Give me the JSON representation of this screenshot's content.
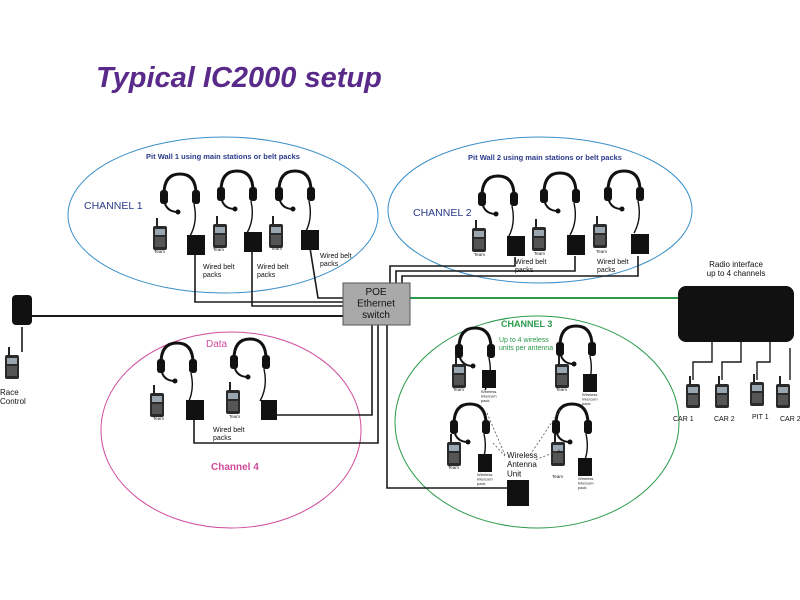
{
  "title": "Typical IC2000 setup",
  "colors": {
    "title": "#5a2a8a",
    "pit_wall": "#3a8fc8",
    "data_group": "#d04a9a",
    "channel3": "#2a9a4a",
    "wire": "#1a1a1a",
    "switch": "#a9a9a9",
    "channel_label": "#2a3a8a"
  },
  "pit_wall_1": {
    "heading": "Pit Wall 1 using main stations or belt packs",
    "channel": "CHANNEL 1",
    "team_labels": [
      "Team",
      "Team",
      "Team"
    ],
    "belt_labels": [
      "Wired belt\npacks",
      "Wired belt\npacks",
      "Wired belt\npacks"
    ]
  },
  "pit_wall_2": {
    "heading": "Pit Wall 2  using main stations or belt packs",
    "channel": "CHANNEL 2",
    "team_labels": [
      "Team",
      "Team",
      "Team"
    ],
    "belt_labels": [
      "Wired belt\npacks",
      "Wired belt\npacks"
    ]
  },
  "switch": {
    "label": "POE\nEthernet\nswitch"
  },
  "race_control": {
    "label": "Race\nControl"
  },
  "data_group": {
    "label": "Data",
    "channel": "Channel 4",
    "belt_label": "Wired belt\npacks",
    "team_labels": [
      "Team",
      "Team"
    ]
  },
  "channel_3": {
    "label": "CHANNEL 3",
    "note": "Up to 4 wireless\nunits per antenna",
    "antenna_label": "Wireless\nAntenna\nUnit",
    "pack_labels": [
      "Wireless\nIntercom\npack",
      "Wireless\nIntercom\npack",
      "Wireless\nIntercom\npack",
      "Wireless\nIntercom\npack"
    ],
    "team_labels": [
      "Team",
      "Team",
      "Team",
      "Team"
    ]
  },
  "radio_interface": {
    "label": "Radio interface\nup to 4 channels",
    "radios": [
      "CAR 1",
      "CAR 2",
      "PIT 1",
      "CAR 2"
    ]
  },
  "icons": [
    "headset-icon",
    "handheld-radio-icon",
    "belt-pack-icon",
    "antenna-unit-icon",
    "race-control-box-icon"
  ]
}
